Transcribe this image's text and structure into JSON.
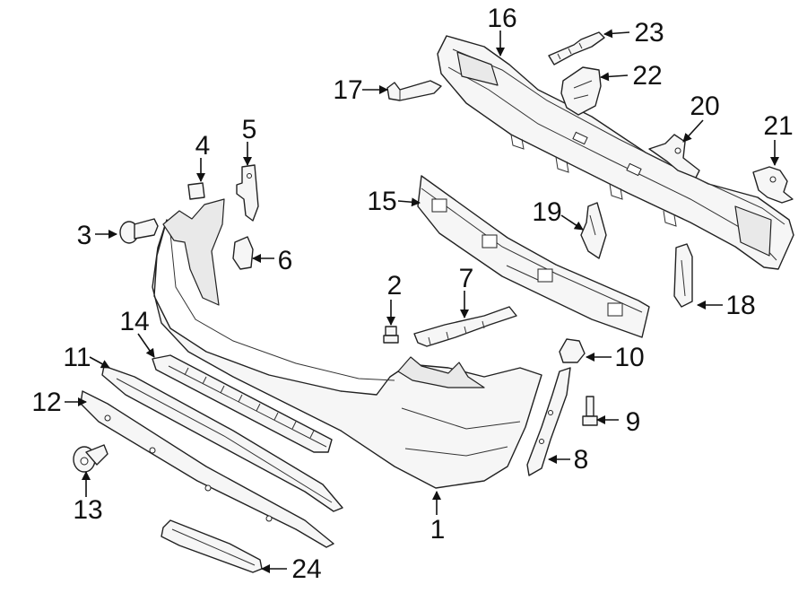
{
  "diagram": {
    "callouts": [
      {
        "num": "1"
      },
      {
        "num": "2"
      },
      {
        "num": "3"
      },
      {
        "num": "4"
      },
      {
        "num": "5"
      },
      {
        "num": "6"
      },
      {
        "num": "7"
      },
      {
        "num": "8"
      },
      {
        "num": "9"
      },
      {
        "num": "10"
      },
      {
        "num": "11"
      },
      {
        "num": "12"
      },
      {
        "num": "13"
      },
      {
        "num": "14"
      },
      {
        "num": "15"
      },
      {
        "num": "16"
      },
      {
        "num": "17"
      },
      {
        "num": "18"
      },
      {
        "num": "19"
      },
      {
        "num": "20"
      },
      {
        "num": "21"
      },
      {
        "num": "22"
      },
      {
        "num": "23"
      },
      {
        "num": "24"
      }
    ]
  }
}
